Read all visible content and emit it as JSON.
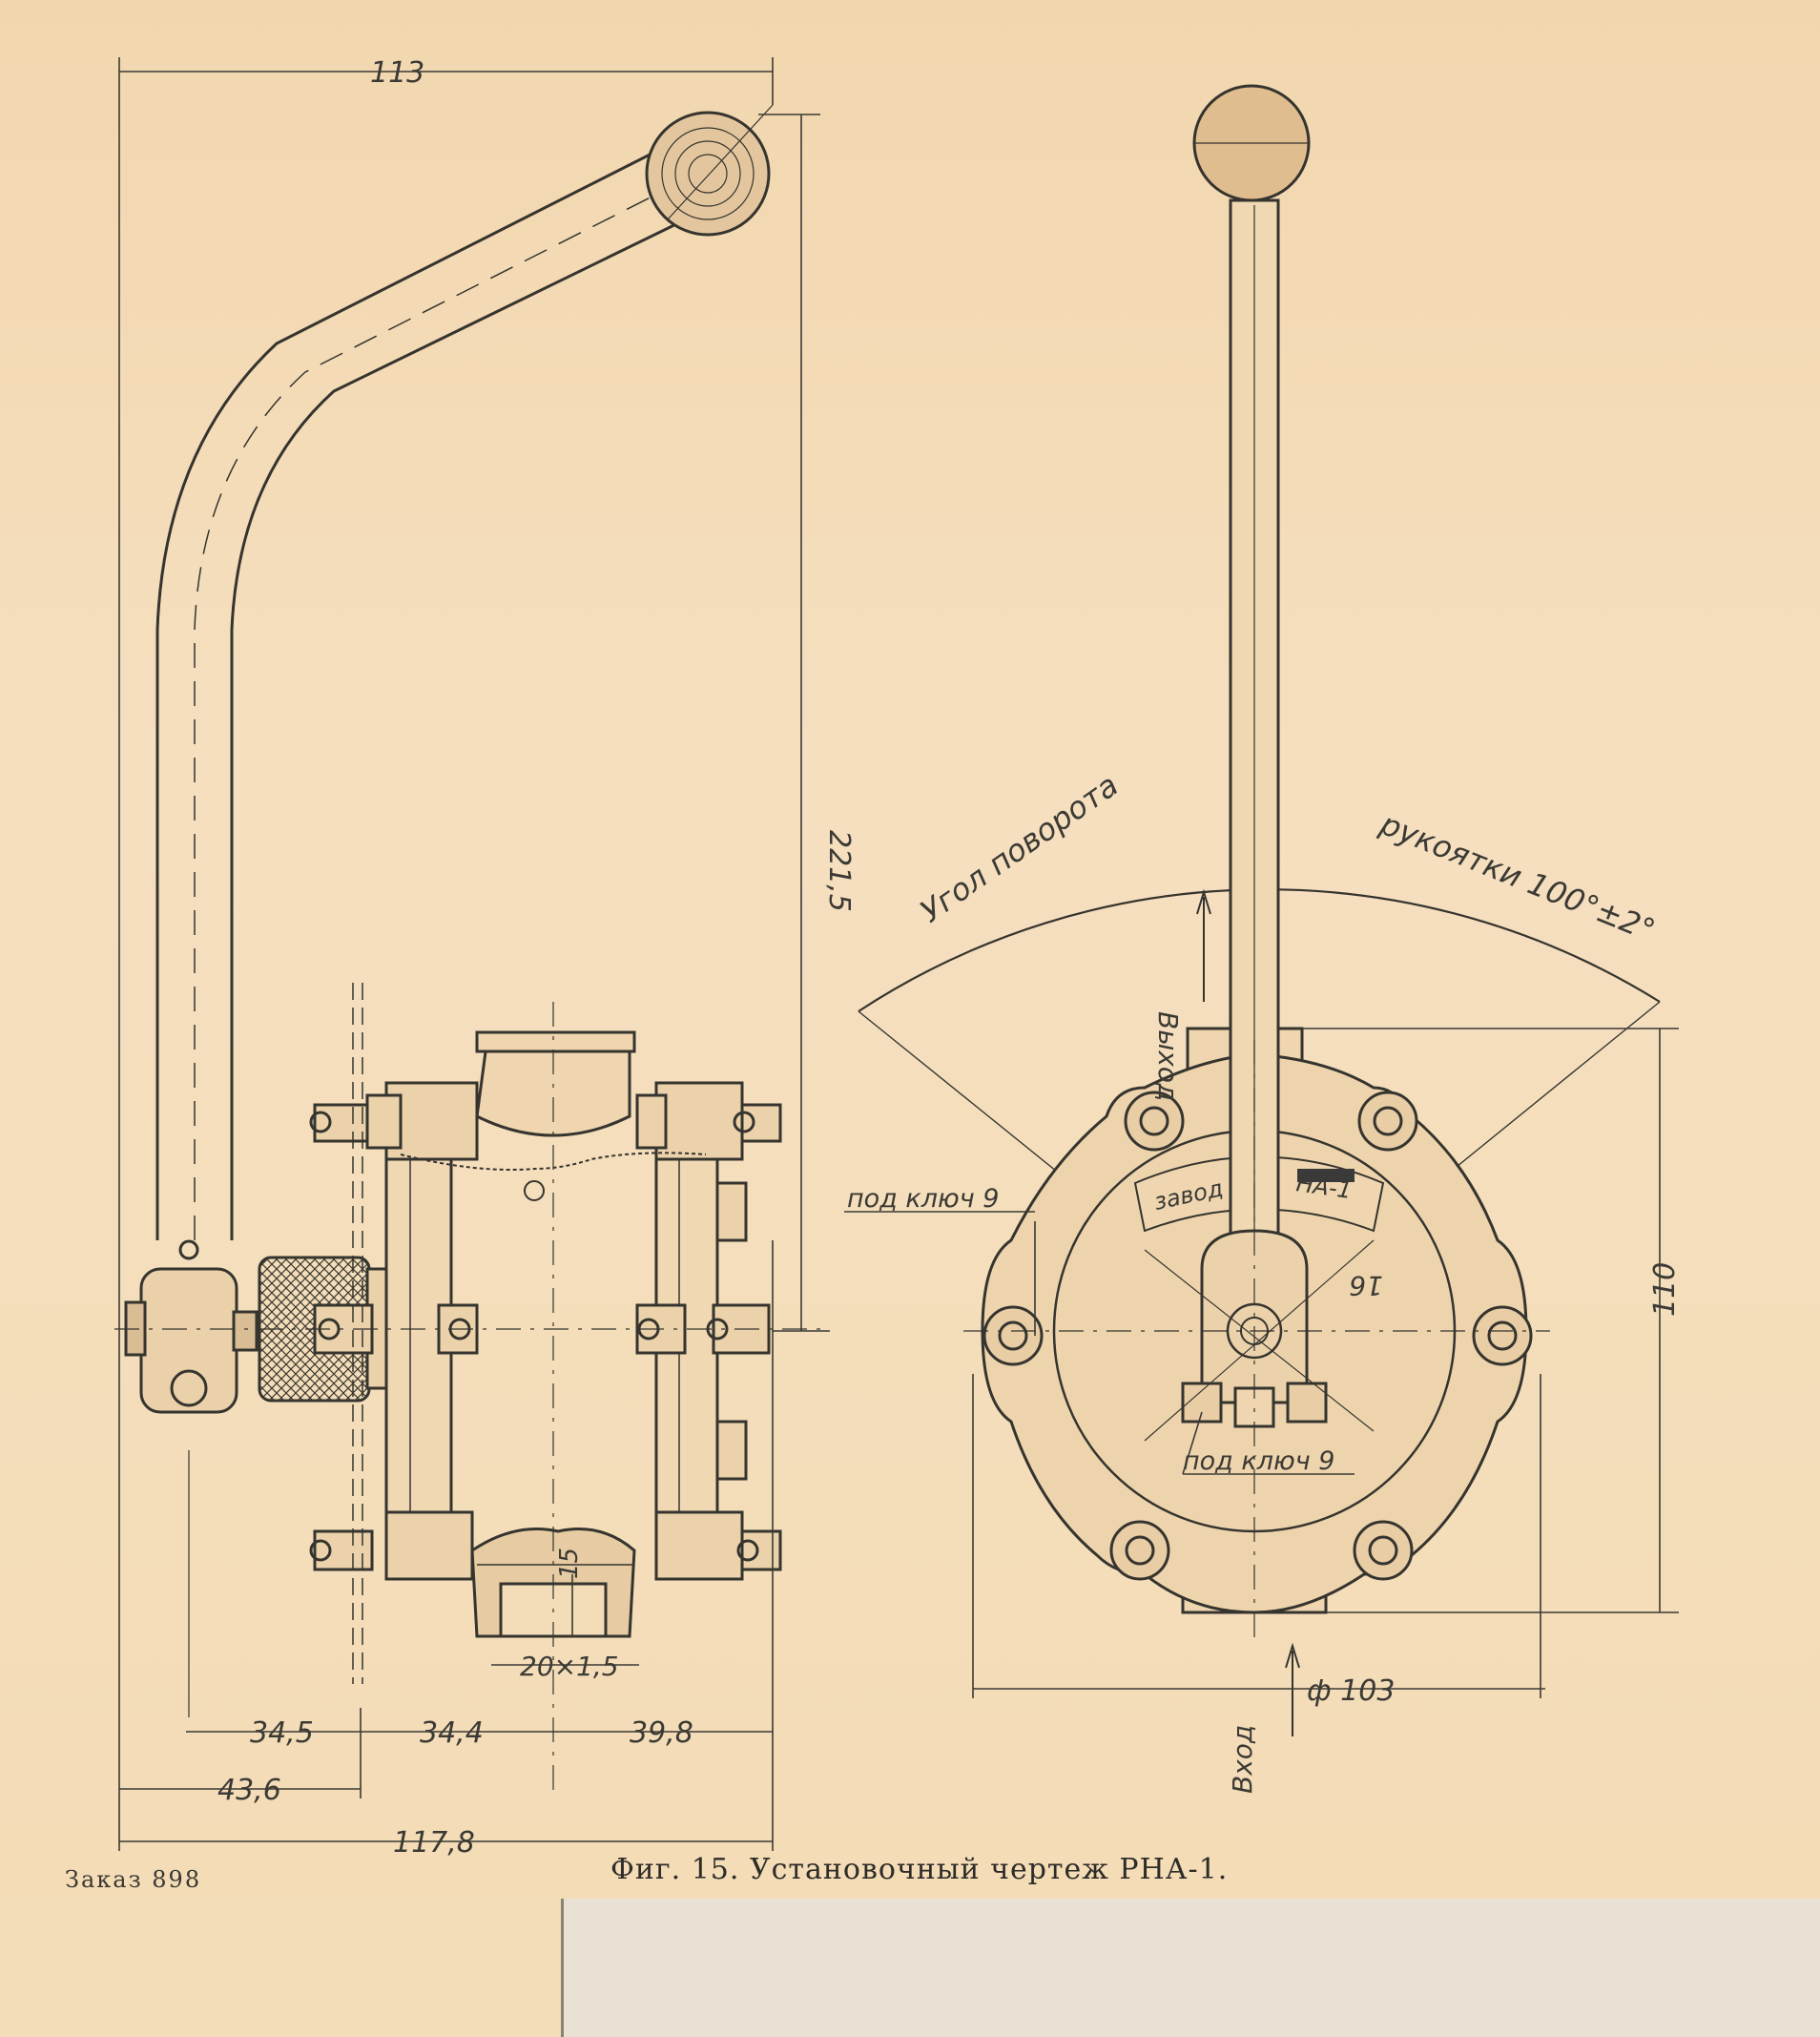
{
  "figure": {
    "caption": "Фиг. 15. Установочный чертеж РНА-1.",
    "order_note": "Заказ 898"
  },
  "side_view": {
    "dimensions": {
      "top_width": "113",
      "height": "221,5",
      "pipe_size": "20×1,5",
      "boss_height": "15",
      "seg_1": "34,5",
      "seg_2": "34,4",
      "seg_3": "39,8",
      "offset": "43,6",
      "overall_width": "117,8"
    }
  },
  "front_view": {
    "arc_label_left": "Угол поворота",
    "arc_label_right": "рукоятки 100°±2°",
    "outlet_label": "Выход",
    "inlet_label": "Вход",
    "nameplate_left": "завод",
    "nameplate_right": "НА-1",
    "wrench_label_top": "под ключ 9",
    "wrench_label_bottom": "под ключ 9",
    "gear_dim": "16",
    "height_dim": "110",
    "diameter_dim": "ф 103"
  }
}
